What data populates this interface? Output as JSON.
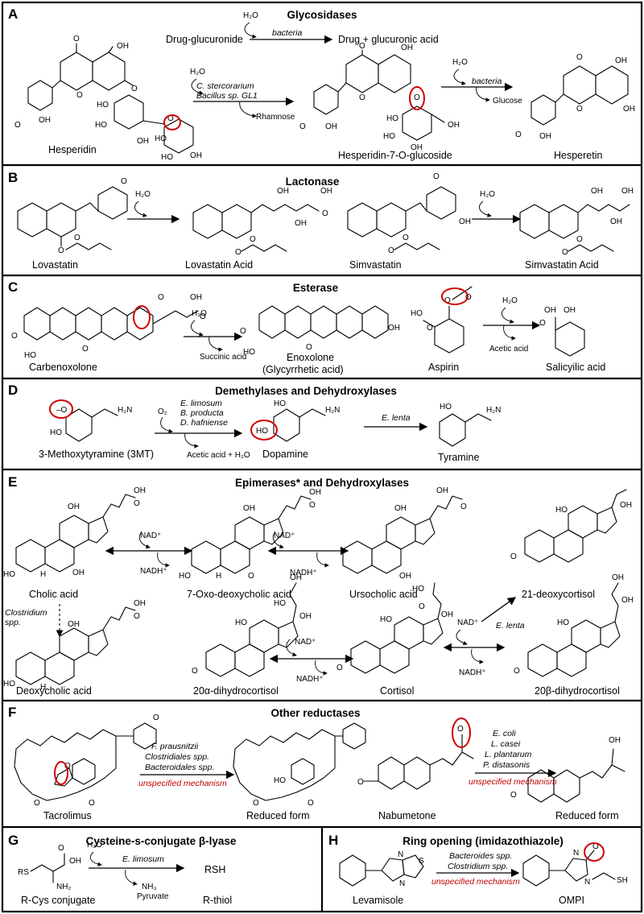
{
  "panels": {
    "A": {
      "letter": "A",
      "title": "Glycosidases",
      "water": "H₂O",
      "water2": "H₂O",
      "water3": "H₂O",
      "top_substrate": "Drug-glucuronide",
      "top_enzyme": "bacteria",
      "top_product": "Drug + glucuronic acid",
      "enzyme1_line1": "C. stercorarium",
      "enzyme1_line2": "Bacillus sp. GL1",
      "byproduct1": "Rhamnose",
      "enzyme2": "bacteria",
      "byproduct2": "Glucose",
      "compound1": "Hesperidin",
      "compound2": "Hesperidin-7-O-glucoside",
      "compound3": "Hesperetin"
    },
    "B": {
      "letter": "B",
      "title": "Lactonase",
      "water": "H₂O",
      "water2": "H₂O",
      "compound1": "Lovastatin",
      "compound2": "Lovastatin Acid",
      "compound3": "Simvastatin",
      "compound4": "Simvastatin Acid"
    },
    "C": {
      "letter": "C",
      "title": "Esterase",
      "water": "H₂O",
      "water2": "H₂O",
      "byproduct1": "Succinic acid",
      "byproduct2": "Acetic acid",
      "compound1": "Carbenoxolone",
      "compound2_line1": "Enoxolone",
      "compound2_line2": "(Glycyrrhetic acid)",
      "compound3": "Aspirin",
      "compound4": "Salicyilic acid"
    },
    "D": {
      "letter": "D",
      "title": "Demethylases and Dehydroxylases",
      "oxygen": "O₂",
      "enzyme1_line1": "E. limosum",
      "enzyme1_line2": "B. producta",
      "enzyme1_line3": "D. hafniense",
      "byproduct": "Acetic acid + H₂O",
      "enzyme2": "E. lenta",
      "compound1": "3-Methoxytyramine (3MT)",
      "compound2": "Dopamine",
      "compound3": "Tyramine"
    },
    "E": {
      "letter": "E",
      "title": "Epimerases* and Dehydroxylases",
      "nad1": "NAD⁺",
      "nadh1": "NADH⁺",
      "nad2": "NAD⁺",
      "nadh2": "NADH⁺",
      "nad3": "NAD⁺",
      "nadh3": "NADH⁺",
      "nad4": "NAD⁺",
      "nadh4": "NADH⁺",
      "clostridium_line1": "Clostridium",
      "clostridium_line2": "spp.",
      "elenta": "E. lenta",
      "compound1": "Cholic acid",
      "compound2": "7-Oxo-deoxycholic acid",
      "compound3": "Ursocholic acid",
      "compound4": "21-deoxycortisol",
      "compound5": "Deoxycholic acid",
      "compound6": "20α-dihydrocortisol",
      "compound7": "Cortisol",
      "compound8": "20β-dihydrocortisol"
    },
    "F": {
      "letter": "F",
      "title": "Other reductases",
      "enzyme1_line1": "F. prausnitzii",
      "enzyme1_line2": "Clostridiales spp.",
      "enzyme1_line3": "Bacteroidales spp.",
      "unspecified1": "unspecified mechanism",
      "enzyme2_line1": "E. coli",
      "enzyme2_line2": "L. casei",
      "enzyme2_line3": "L. plantarum",
      "enzyme2_line4": "P. distasonis",
      "unspecified2": "unspecified mechanism",
      "compound1": "Tacrolimus",
      "compound2": "Reduced form",
      "compound3": "Nabumetone",
      "compound4": "Reduced form"
    },
    "G": {
      "letter": "G",
      "title": "Cysteine-s-conjugate β-lyase",
      "water": "H₂O",
      "enzyme": "E. limosum",
      "byproduct1": "NH₃",
      "byproduct2": "Pyruvate",
      "product_formula": "RSH",
      "compound1": "R-Cys conjugate",
      "compound2": "R-thiol"
    },
    "H": {
      "letter": "H",
      "title": "Ring opening (imidazothiazole)",
      "enzyme_line1": "Bacteroides spp.",
      "enzyme_line2": "Clostridium spp.",
      "unspecified": "unspecified mechanism",
      "compound1": "Levamisole",
      "compound2": "OMPI"
    }
  },
  "colors": {
    "highlight_circle": "#d00000",
    "unspecified_text": "#c00000",
    "border": "#000000"
  }
}
